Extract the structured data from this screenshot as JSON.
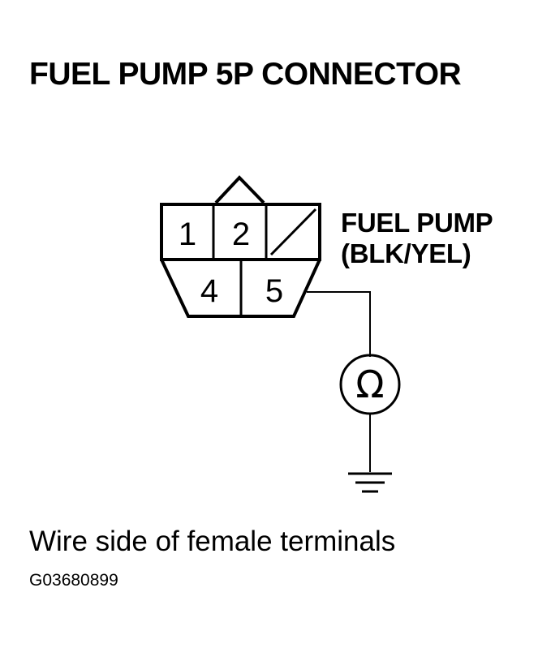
{
  "title": "FUEL PUMP 5P CONNECTOR",
  "connector": {
    "pins": [
      "1",
      "2",
      "4",
      "5"
    ],
    "wire_label_line1": "FUEL PUMP",
    "wire_label_line2": "(BLK/YEL)"
  },
  "meter_symbol": "Ω",
  "caption": "Wire side of female terminals",
  "figure_id": "G03680899"
}
